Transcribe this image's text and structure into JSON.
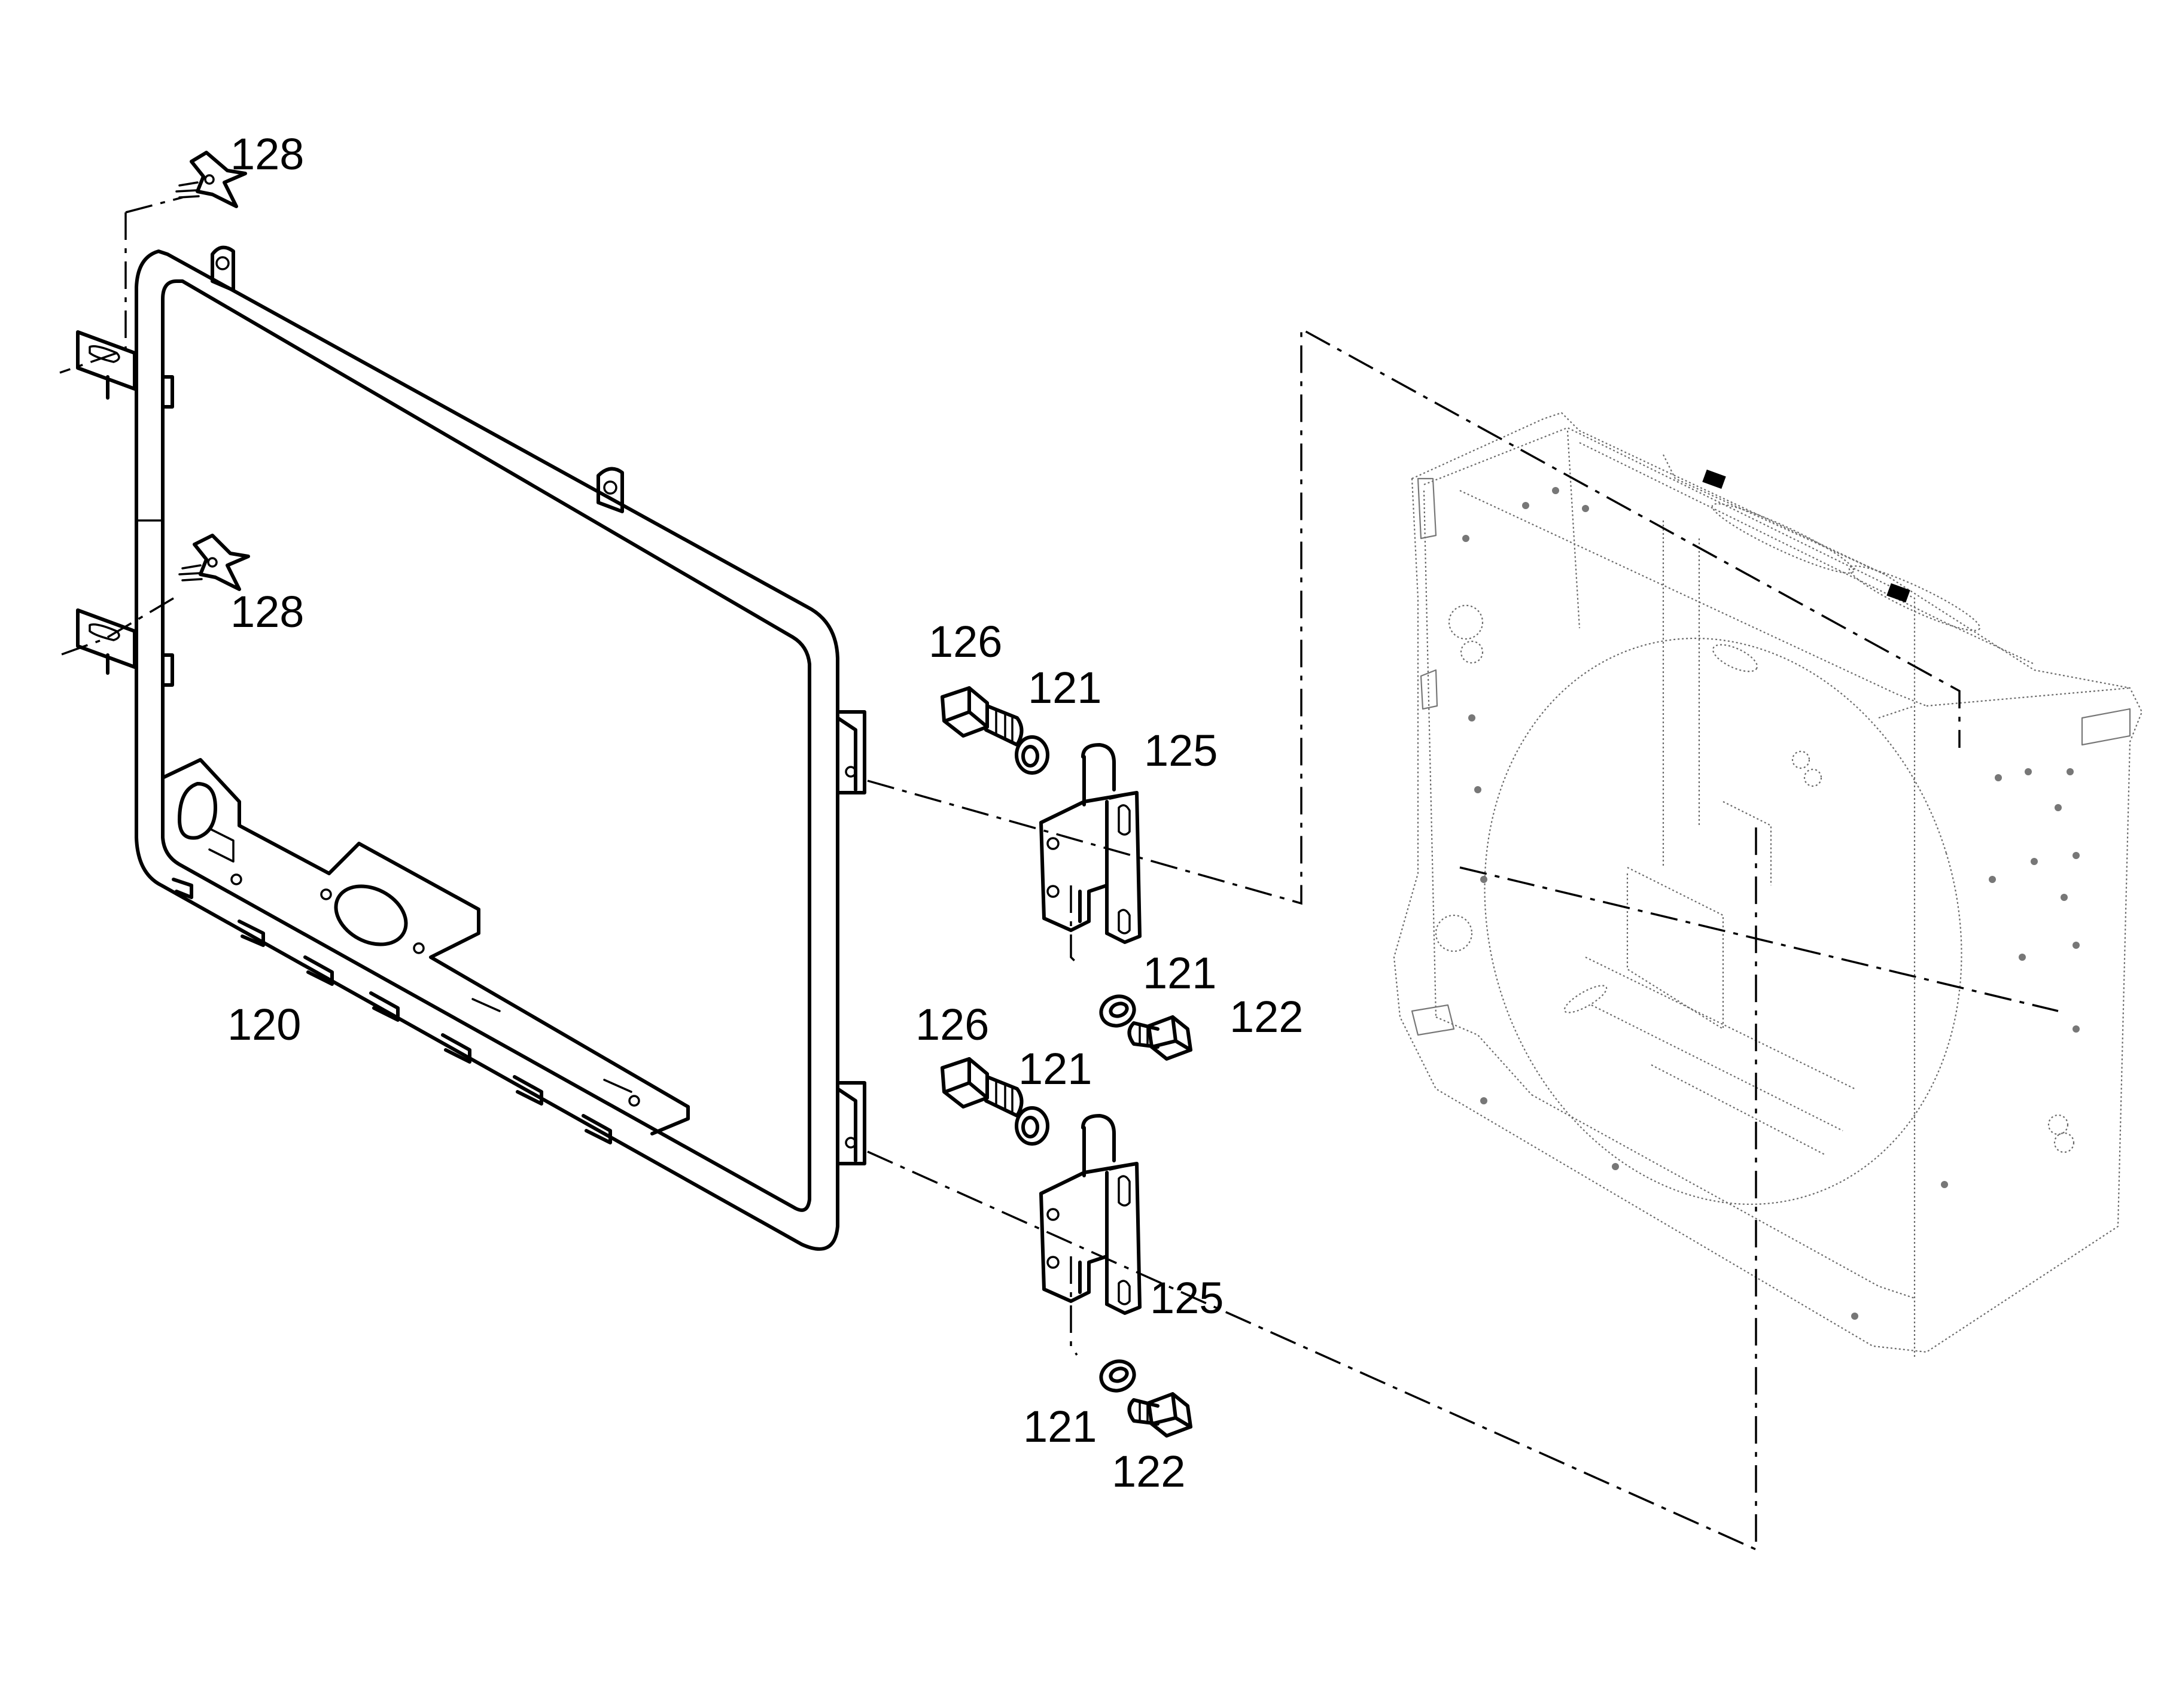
{
  "diagram": {
    "labels": {
      "p128_top": "128",
      "p128_mid": "128",
      "p120": "120",
      "p126_upper": "126",
      "p121_upper_front": "121",
      "p125_upper": "125",
      "p121_upper_back": "121",
      "p122_upper": "122",
      "p126_lower": "126",
      "p121_lower_front": "121",
      "p125_lower": "125",
      "p121_lower_back": "121",
      "p122_lower": "122"
    },
    "colors": {
      "line": "#000000",
      "ghost_line": "#6a6a6a",
      "background": "#ffffff"
    }
  }
}
